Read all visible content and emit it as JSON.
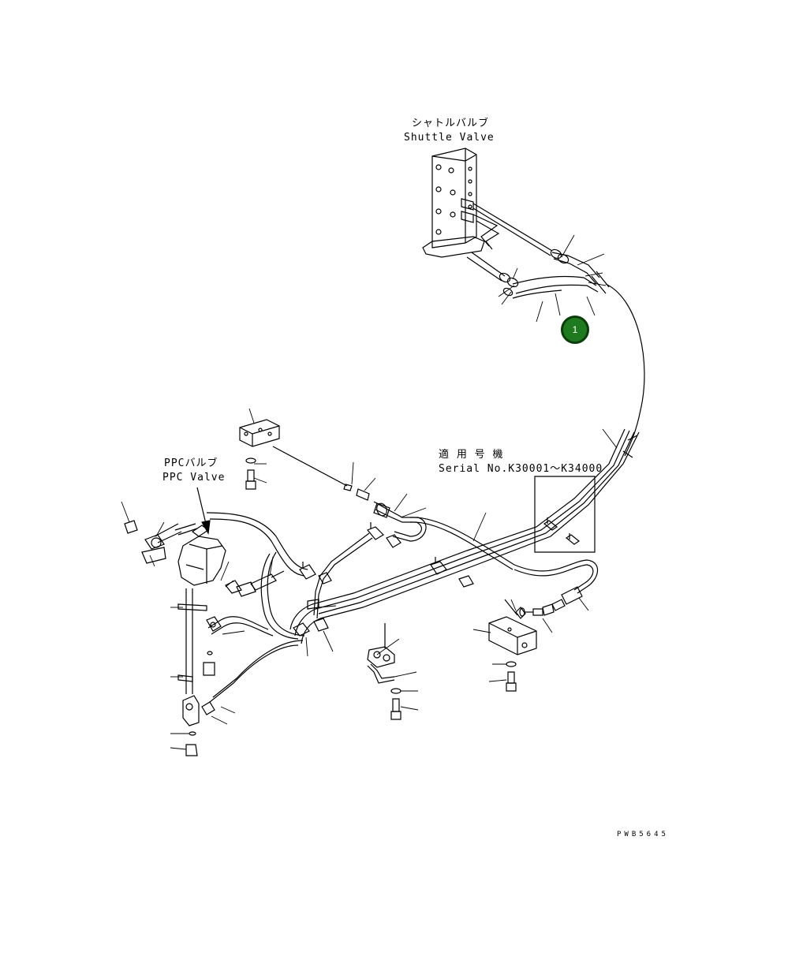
{
  "labels": {
    "shuttle_valve_jp": "シャトルバルブ",
    "shuttle_valve_en": "Shuttle Valve",
    "ppc_valve_jp": "PPCバルブ",
    "ppc_valve_en": "PPC Valve",
    "serial_jp": "適 用 号 機",
    "serial_en": "Serial No.K30001～K34000",
    "drawing_code": "PWB5645"
  },
  "callouts": [
    {
      "number": "1",
      "color": "#1f7a1f"
    }
  ]
}
